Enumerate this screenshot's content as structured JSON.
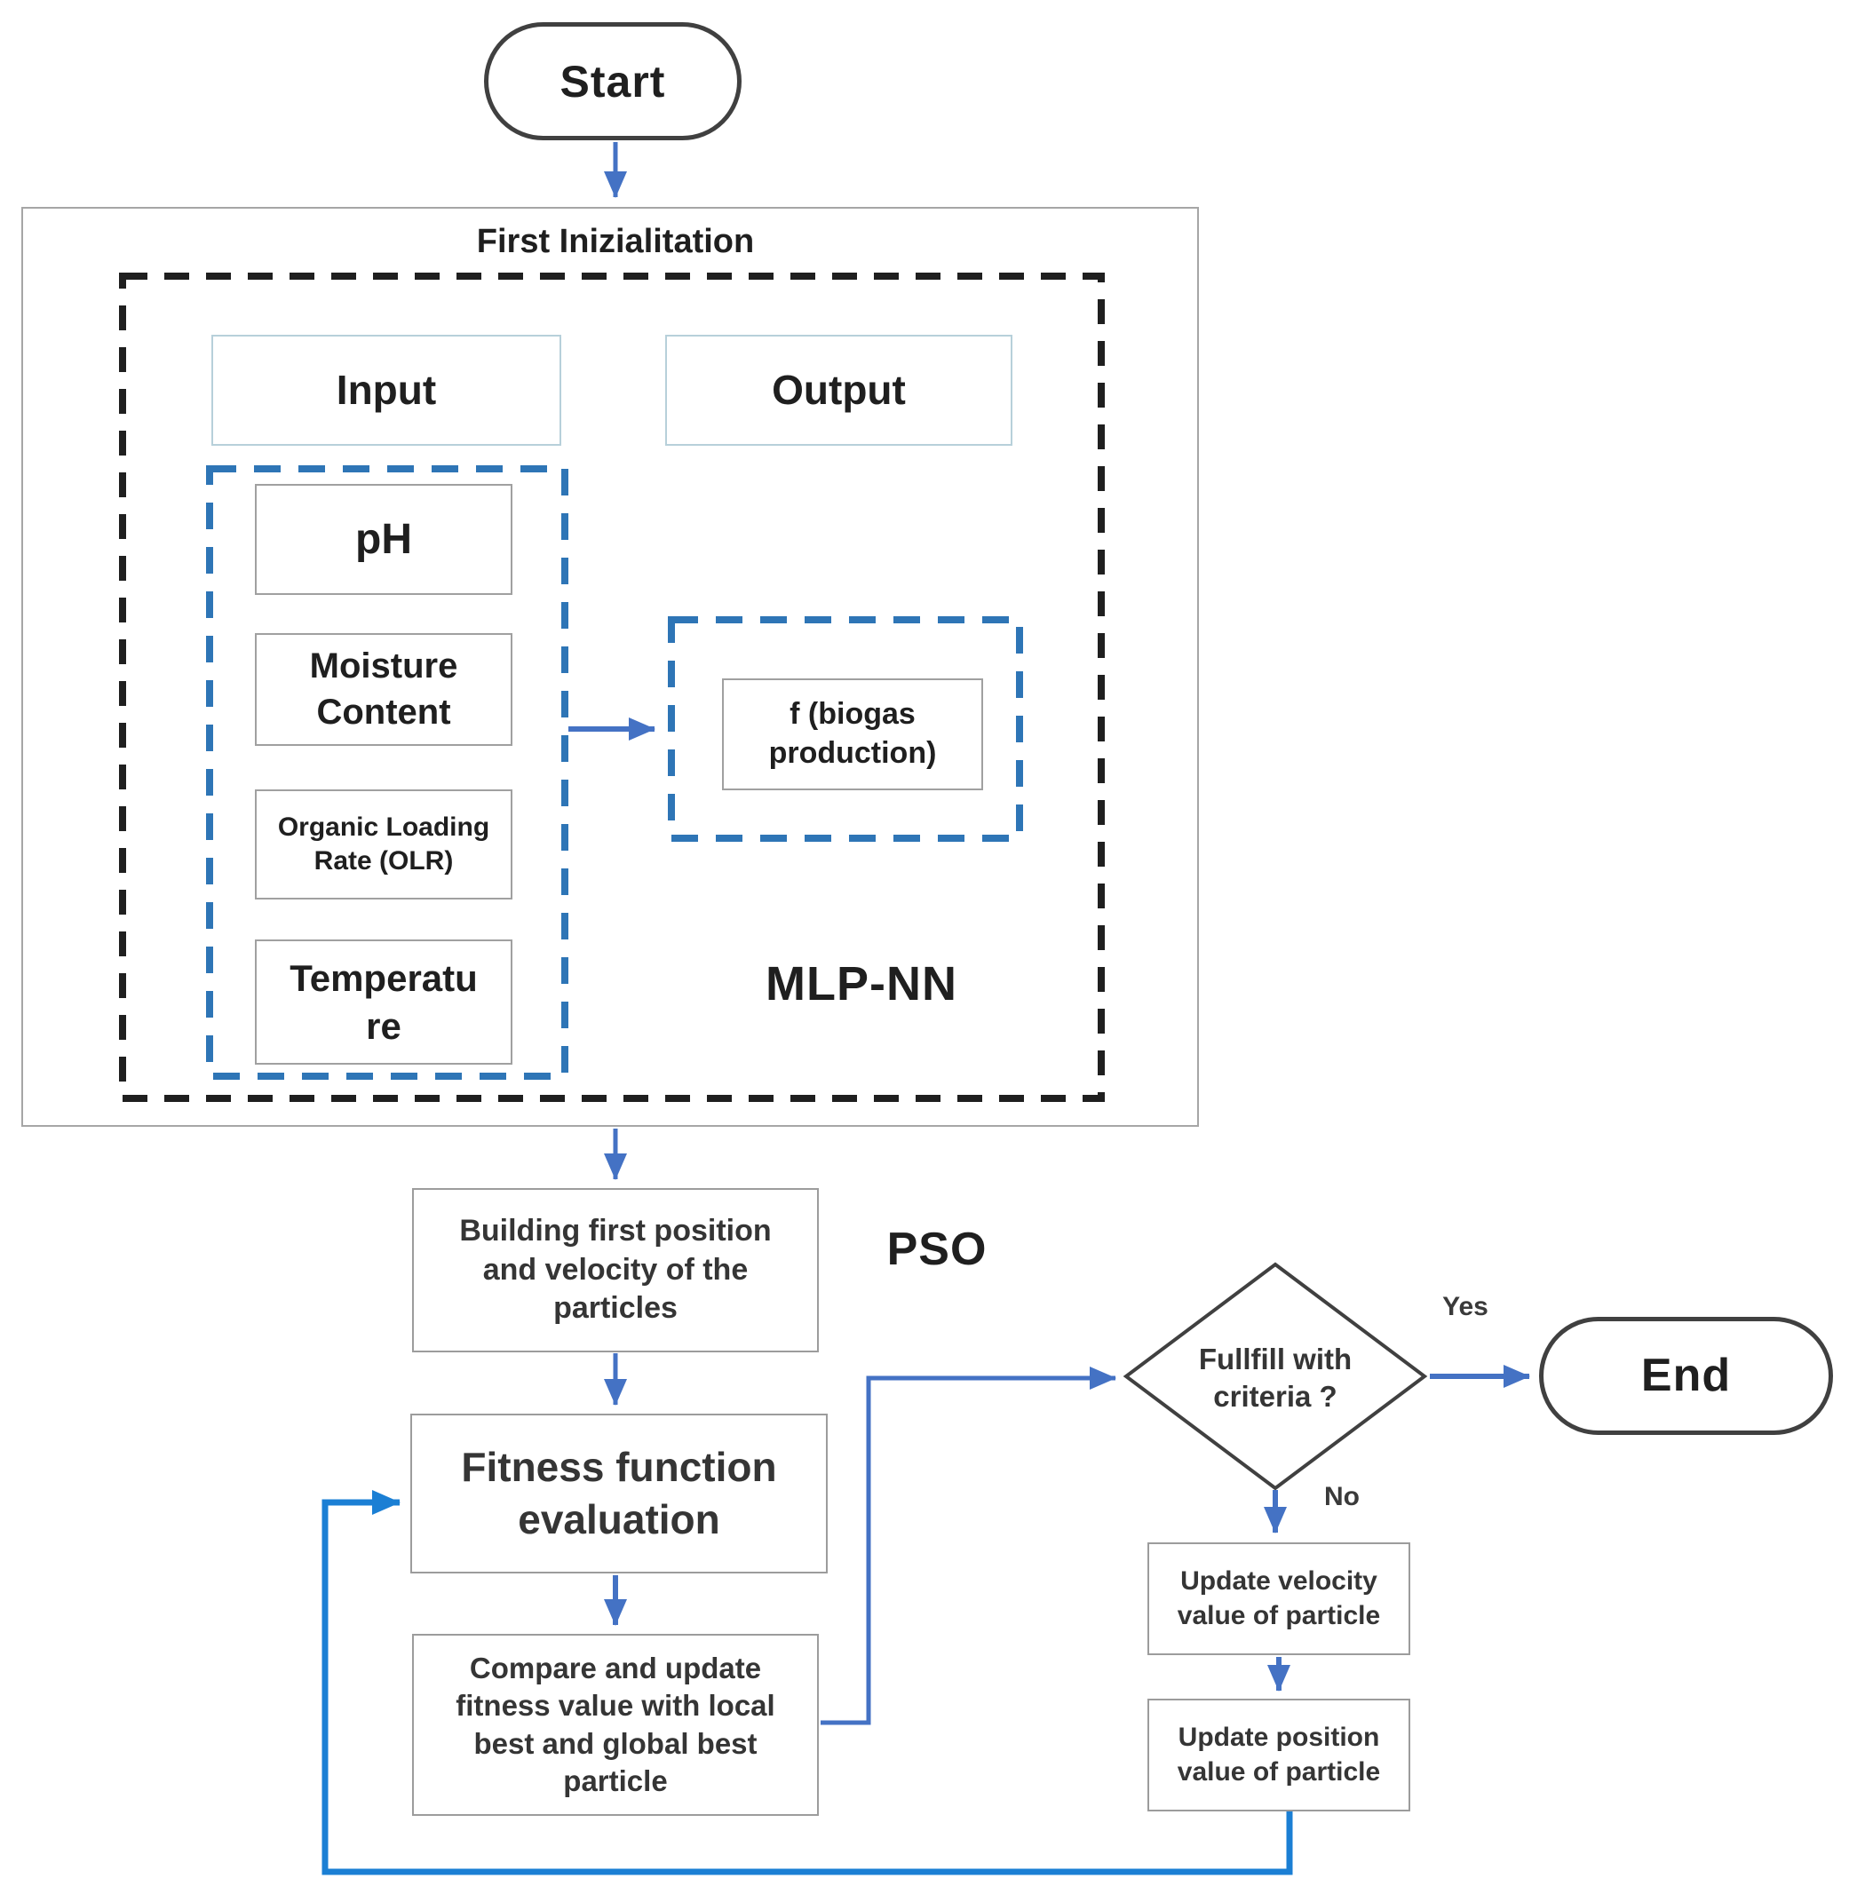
{
  "flowchart": {
    "start_label": "Start",
    "end_label": "End",
    "yes_label": "Yes",
    "no_label": "No",
    "mlp_section": {
      "title": "First Inizialitation",
      "model_label": "MLP-NN",
      "input_header": "Input",
      "output_header": "Output",
      "input_ph": "pH",
      "input_moisture": "Moisture\nContent",
      "input_olr": "Organic Loading\nRate (OLR)",
      "input_temperature": "Temperatu\nre",
      "output_function": "f (biogas\nproduction)"
    },
    "pso_section": {
      "label": "PSO",
      "building_step": "Building first position\nand velocity of the\nparticles",
      "fitness_step": "Fitness function\nevaluation",
      "compare_step": "Compare and update\nfitness value with local\nbest and global best\nparticle",
      "decision": "Fullfill with\ncriteria ?",
      "update_velocity_step": "Update velocity\nvalue of particle",
      "update_position_step": "Update position\nvalue of particle"
    },
    "colors": {
      "arrow_blue": "#4472C4",
      "loop_blue": "#1B7FD4",
      "dashed_blue": "#2E75B6",
      "dashed_black": "#1F1F1F",
      "box_border_gray": "#9C9C9C",
      "header_border_blue": "#B7D0DA",
      "terminal_border": "#404040",
      "text_color": "#1F1F1F"
    }
  }
}
